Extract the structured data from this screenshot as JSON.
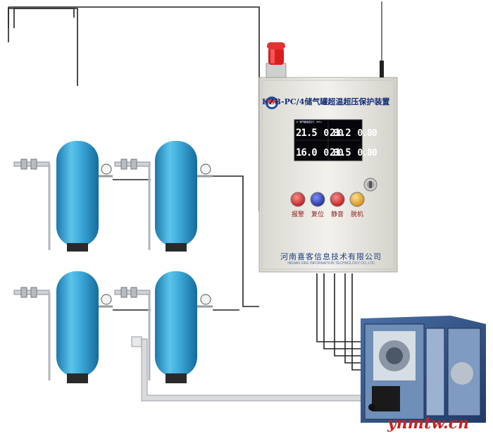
{
  "device": {
    "title": "KZB-PC/4储气罐超温超压保护装置",
    "logo_text": "KE",
    "screen": {
      "header_text": "1# 储气罐温度压力 (MPa)",
      "channels": [
        {
          "id": "ch1",
          "temp": "21.5",
          "pressure": "0.80"
        },
        {
          "id": "ch2",
          "temp": "21.2",
          "pressure": "0.80"
        },
        {
          "id": "ch3",
          "temp": "16.0",
          "pressure": "0.80"
        },
        {
          "id": "ch4",
          "temp": "21.5",
          "pressure": "0.80"
        }
      ]
    },
    "buttons": [
      {
        "label": "报警",
        "color": "#d42a2a"
      },
      {
        "label": "复位",
        "color": "#2b3aa8"
      },
      {
        "label": "静音",
        "color": "#d42a2a"
      },
      {
        "label": "脱机",
        "color": "#e5a21a"
      }
    ],
    "company_cn": "河南喜客信息技术有限公司",
    "company_en": "HENAN XIKE INFORMATION TECHNOLOGY CO.,LTD"
  },
  "watermark": "ynmtw.cn",
  "colors": {
    "tank": "#3aa7d6",
    "tank_dark": "#1f7fb0",
    "cabinet": "#eceae4",
    "compressor": "#2d4f86",
    "beacon": "#d91e1e"
  }
}
